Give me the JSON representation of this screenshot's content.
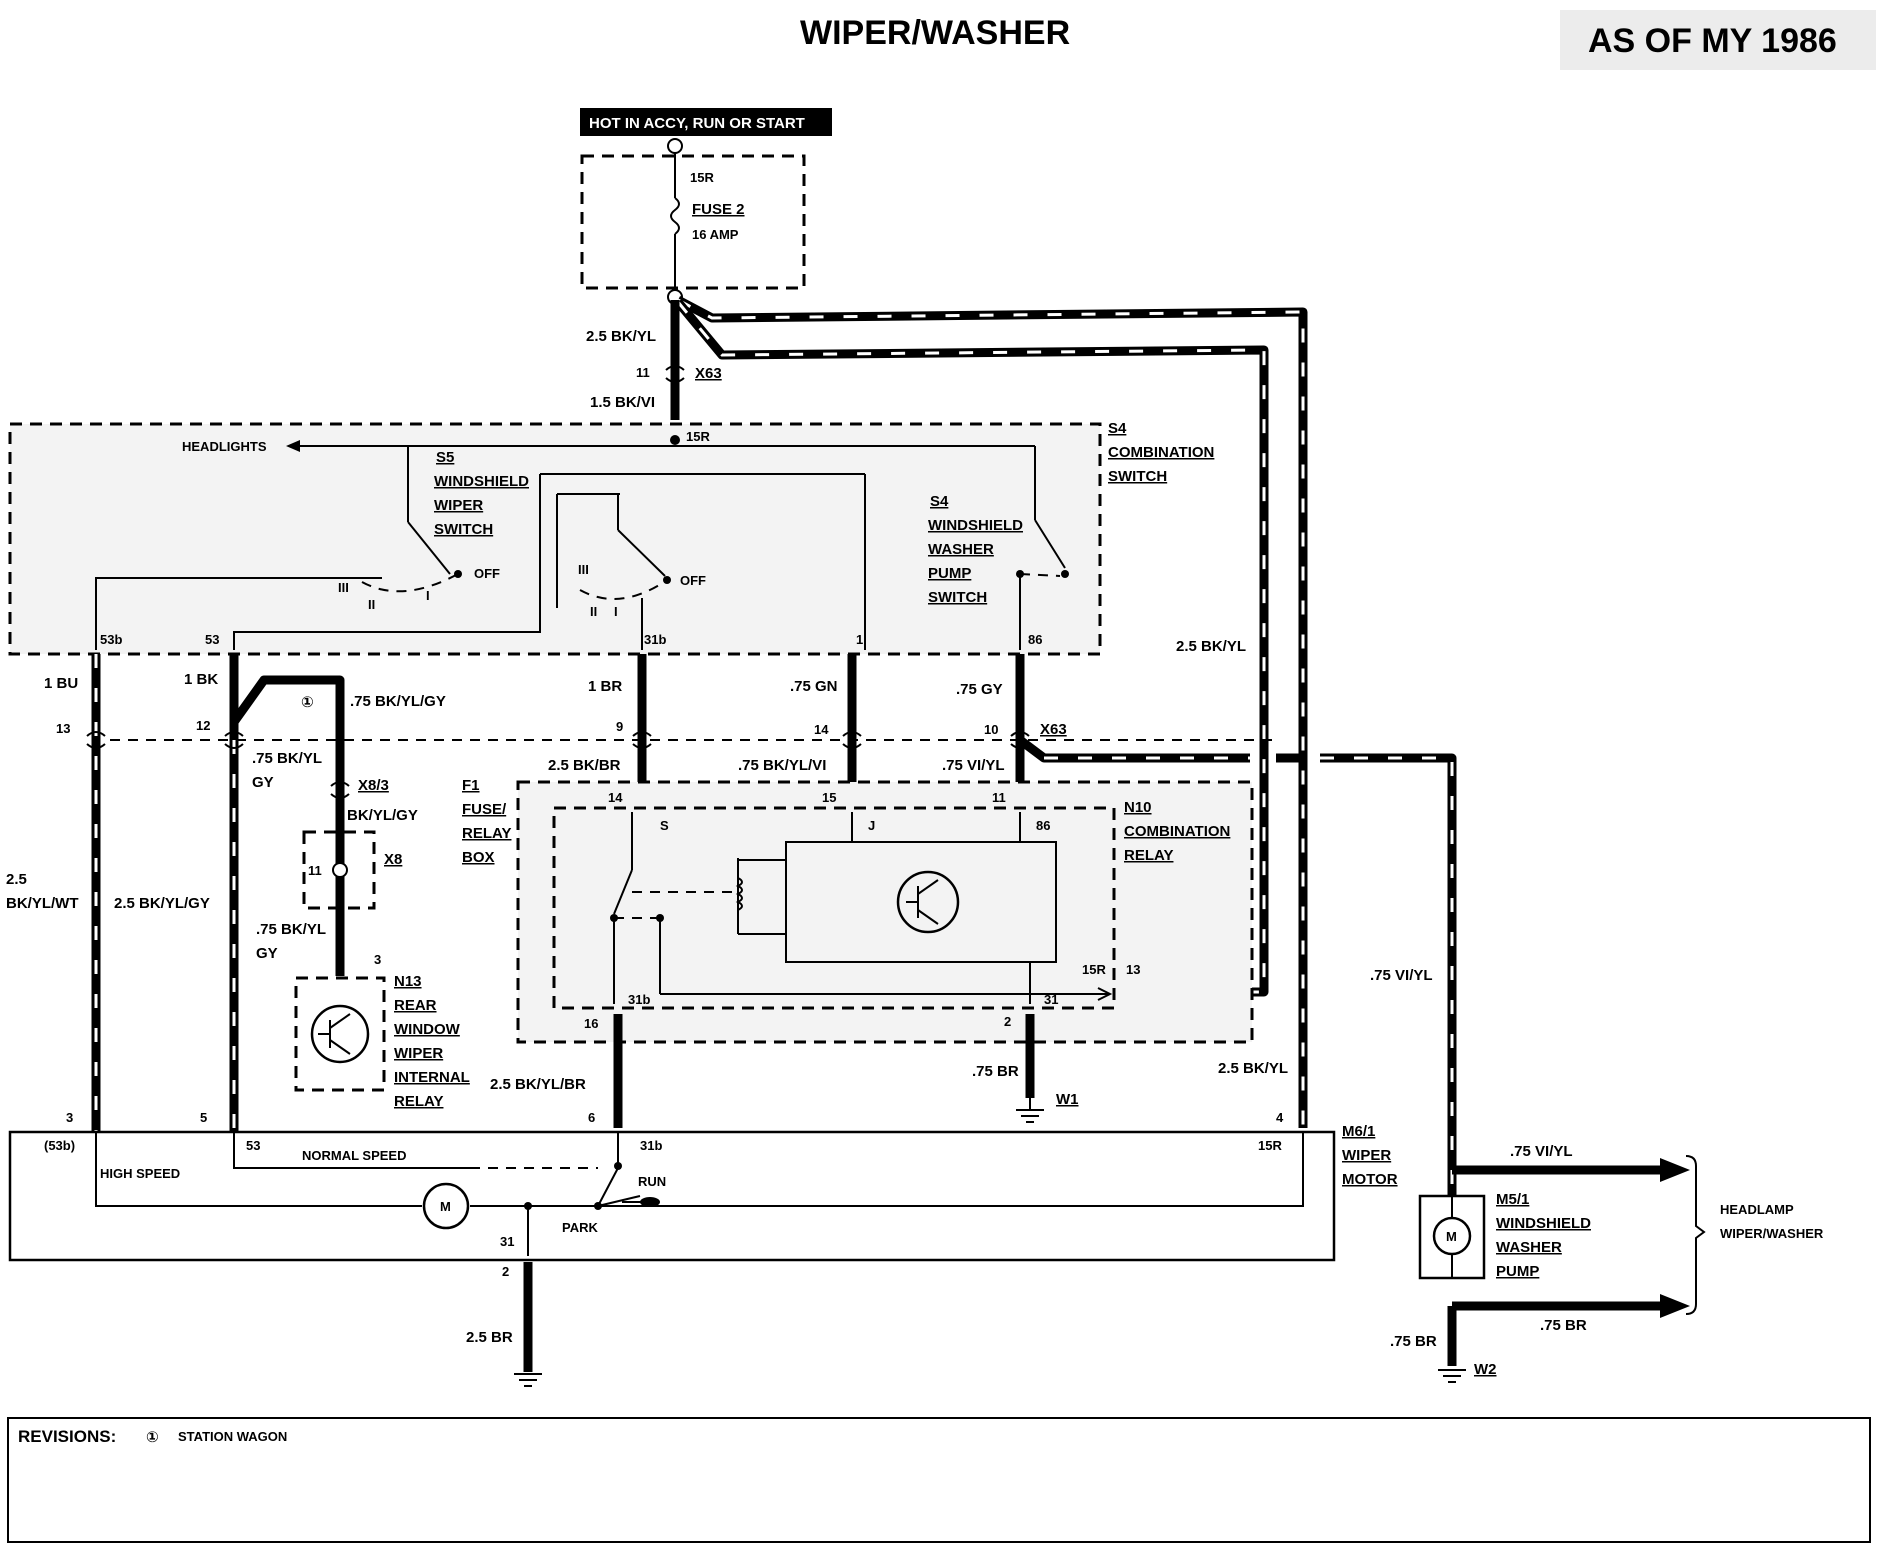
{
  "title": "WIPER/WASHER",
  "as_of": "AS OF MY 1986",
  "power_source": "HOT IN ACCY, RUN OR START",
  "fuse": {
    "terminal": "15R",
    "name": "FUSE 2",
    "rating": "16 AMP"
  },
  "wires": {
    "feed_main": "2.5 BK/YL",
    "feed_sw": "1.5 BK/VI",
    "bu1": "1 BU",
    "bk1": "1 BK",
    "sw_bkylgy": ".75 BK/YL/GY",
    "br1": "1 BR",
    "gn75": ".75 GN",
    "gy75": ".75 GY",
    "bkyl_right": "2.5 BK/YL",
    "bkbr": "2.5 BK/BR",
    "bkylvi": ".75 BK/YL/VI",
    "viyl_mid": ".75 VI/YL",
    "bkyl75_a": ".75 BK/YL",
    "gy_a": "GY",
    "bkylgy": "BK/YL/GY",
    "bkylwt_a": "2.5",
    "bkylwt_b": "BK/YL/WT",
    "bkylgy25": "2.5 BK/YL/GY",
    "bkyl75_b": ".75 BK/YL",
    "gy_b": "GY",
    "bkylbr": "2.5 BK/YL/BR",
    "br75": ".75 BR",
    "bkyl_lower": "2.5 BK/YL",
    "viyl_right": ".75 VI/YL",
    "br25": "2.5 BR",
    "viyl_out": ".75 VI/YL",
    "br_out": ".75 BR",
    "br_w2": ".75 BR"
  },
  "connectors": {
    "x63": "X63",
    "x63_b": "X63",
    "pin11": "11",
    "x83": "X8/3",
    "p13": "13",
    "p12": "12",
    "p9": "9",
    "p14": "14",
    "p10": "10",
    "x8": "X8",
    "x8_pin": "11",
    "n13_pin": "3"
  },
  "switch": {
    "id": "S4",
    "name1": "COMBINATION",
    "name2": "SWITCH",
    "headlights": "HEADLIGHTS",
    "t15r": "15R",
    "s5": [
      "S5",
      "WINDSHIELD",
      "WIPER",
      "SWITCH"
    ],
    "s4": [
      "S4",
      "WINDSHIELD",
      "WASHER",
      "PUMP",
      "SWITCH"
    ],
    "off1": "OFF",
    "off2": "OFF",
    "III_a": "III",
    "II_a": "II",
    "I_a": "I",
    "III_b": "III",
    "II_b": "II",
    "I_b": "I",
    "t53b": "53b",
    "t53": "53",
    "t31b": "31b",
    "t1": "1",
    "t86": "86"
  },
  "revision_marker": "①",
  "fuse_box": {
    "lines": [
      "F1",
      "FUSE/",
      "RELAY",
      "BOX"
    ],
    "p14": "14",
    "p15": "15",
    "p11": "11",
    "p16": "16",
    "p2": "2",
    "S": "S",
    "J": "J",
    "t86": "86",
    "t31b": "31b",
    "t15r": "15R",
    "t13": "13",
    "t31": "31"
  },
  "relay": {
    "id": "N10",
    "name1": "COMBINATION",
    "name2": "RELAY"
  },
  "n13": [
    "N13",
    "REAR",
    "WINDOW",
    "WIPER",
    "INTERNAL",
    "RELAY"
  ],
  "ground_w1": "W1",
  "ground_w2": "W2",
  "motor": {
    "pins": [
      "3",
      "5",
      "6",
      "4"
    ],
    "labels": {
      "t53b": "(53b)",
      "t53": "53",
      "t31b": "31b",
      "t15r": "15R",
      "high": "HIGH SPEED",
      "normal": "NORMAL SPEED",
      "run": "RUN",
      "park": "PARK",
      "t31": "31",
      "p2": "2",
      "m": "M"
    },
    "name": [
      "M6/1",
      "WIPER",
      "MOTOR"
    ]
  },
  "pump": {
    "name": [
      "M5/1",
      "WINDSHIELD",
      "WASHER",
      "PUMP"
    ],
    "m": "M"
  },
  "headlamp": [
    "HEADLAMP",
    "WIPER/WASHER"
  ],
  "revisions": {
    "label": "REVISIONS:",
    "marker": "①",
    "text": "STATION WAGON"
  }
}
